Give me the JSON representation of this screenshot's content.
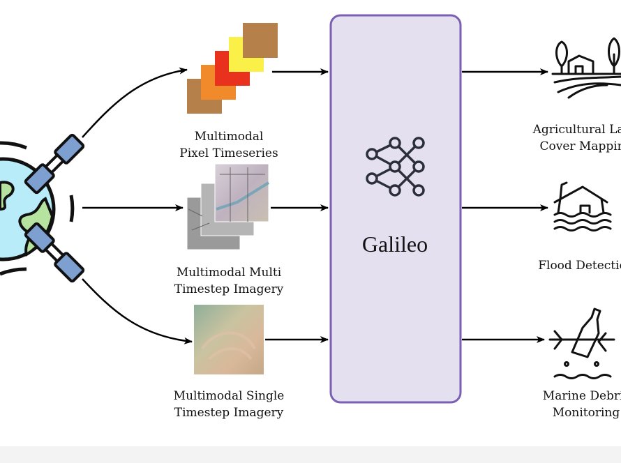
{
  "model": {
    "title": "Galileo",
    "fill": "#e5e0f0",
    "border": "#7b5fb3",
    "icon": "neural-network-icon"
  },
  "source": {
    "icon": "earth-satellite-icon"
  },
  "inputs": [
    {
      "line1": "Multimodal",
      "line2": "Pixel Timeseries",
      "icon": "pixel-timeseries-squares"
    },
    {
      "line1": "Multimodal Multi",
      "line2": "Timestep Imagery",
      "icon": "multi-timestep-imagery-stack"
    },
    {
      "line1": "Multimodal Single",
      "line2": "Timestep Imagery",
      "icon": "single-timestep-image"
    }
  ],
  "outputs": [
    {
      "line1": "Agricultural Land",
      "line2": "Cover Mapping",
      "icon": "farm-icon"
    },
    {
      "line1": "Flood Detection",
      "line2": "",
      "icon": "flooded-house-icon"
    },
    {
      "line1": "Marine Debris",
      "line2": "Monitoring",
      "icon": "bottle-in-water-icon"
    }
  ],
  "colors": {
    "pixel_brown": "#b5804a",
    "pixel_orange": "#f08a2a",
    "pixel_red": "#e8321e",
    "pixel_yellow": "#faf048"
  }
}
